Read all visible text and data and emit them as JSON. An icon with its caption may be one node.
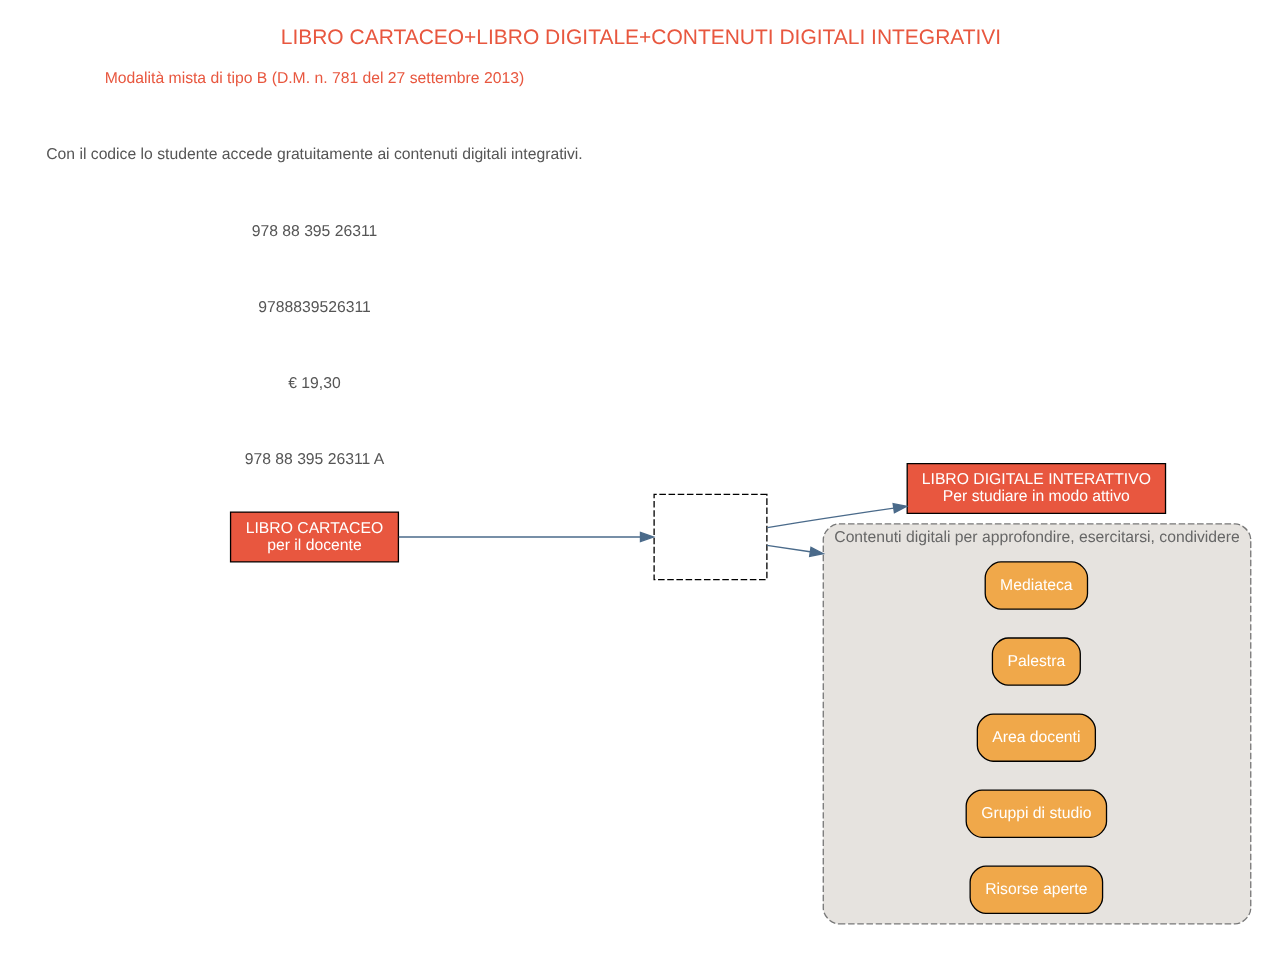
{
  "diagram": {
    "title": "LIBRO CARTACEO+LIBRO DIGITALE+CONTENUTI DIGITALI INTEGRATIVI",
    "nodes": [
      {
        "text": [
          "LIBRO CARTACEO",
          "per il docente"
        ]
      },
      {
        "text": [],
        "shape": "box"
      },
      {
        "text": [
          "LIBRO DIGITALE INTERATTIVO",
          "Per studiare in modo attivo"
        ]
      },
      {
        "text": [
          "Contenuti digitali per approfondire, esercitarsi, condividere"
        ]
      },
      {
        "text": [
          "Mediateca"
        ],
        "in": 3
      },
      {
        "text": [
          "Palestra"
        ],
        "in": 3
      },
      {
        "text": [
          "Area docenti"
        ],
        "in": 3
      },
      {
        "text": [
          "Gruppi di studio"
        ],
        "in": 3
      },
      {
        "text": [
          "Risorse aperte"
        ],
        "in": 3
      }
    ],
    "edges": [
      {
        "from": 0,
        "to": 1,
        "arrow": "to"
      },
      {
        "from": 1,
        "to": 2,
        "arrow": "to"
      },
      {
        "from": 1,
        "to": 3,
        "arrow": "to"
      }
    ],
    "labels": [
      "Modalità mista di tipo B (D.M. n. 781 del 27 settembre 2013)",
      "Con il codice lo studente accede gratuitamente ai contenuti digitali integrativi.",
      "978 88 395 26311",
      "9788839526311",
      "€ 19,30",
      "978 88 395 26311 A"
    ]
  }
}
